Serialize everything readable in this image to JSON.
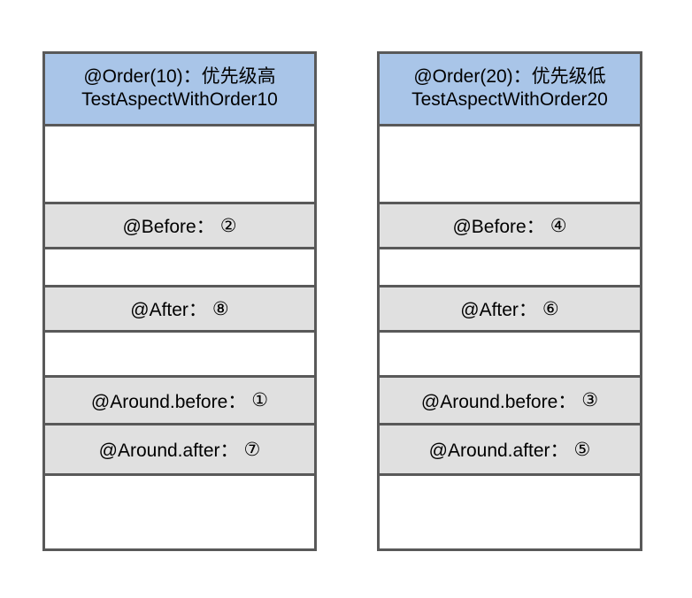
{
  "diagram": {
    "type": "aop-aspect-execution-order",
    "colors": {
      "header_fill": "#a9c5e8",
      "advice_fill": "#e0e0e0",
      "empty_fill": "#ffffff",
      "border": "#595959",
      "text": "#000000",
      "canvas": "#ffffff"
    },
    "columns": [
      {
        "id": "order10",
        "header": {
          "line1": "@Order(10)：优先级高",
          "line2": "TestAspectWithOrder10"
        },
        "rows": [
          {
            "kind": "gap",
            "label": ""
          },
          {
            "kind": "advice",
            "label": "@Before：",
            "order": "②"
          },
          {
            "kind": "gap",
            "label": ""
          },
          {
            "kind": "advice",
            "label": "@After：",
            "order": "⑧"
          },
          {
            "kind": "gap",
            "label": ""
          },
          {
            "kind": "advice",
            "label": "@Around.before：",
            "order": "①"
          },
          {
            "kind": "advice",
            "label": "@Around.after：",
            "order": "⑦"
          },
          {
            "kind": "gap",
            "label": ""
          }
        ]
      },
      {
        "id": "order20",
        "header": {
          "line1": "@Order(20)：优先级低",
          "line2": "TestAspectWithOrder20"
        },
        "rows": [
          {
            "kind": "gap",
            "label": ""
          },
          {
            "kind": "advice",
            "label": "@Before：",
            "order": "④"
          },
          {
            "kind": "gap",
            "label": ""
          },
          {
            "kind": "advice",
            "label": "@After：",
            "order": "⑥"
          },
          {
            "kind": "gap",
            "label": ""
          },
          {
            "kind": "advice",
            "label": "@Around.before：",
            "order": "③"
          },
          {
            "kind": "advice",
            "label": "@Around.after：",
            "order": "⑤"
          },
          {
            "kind": "gap",
            "label": ""
          }
        ]
      }
    ]
  }
}
